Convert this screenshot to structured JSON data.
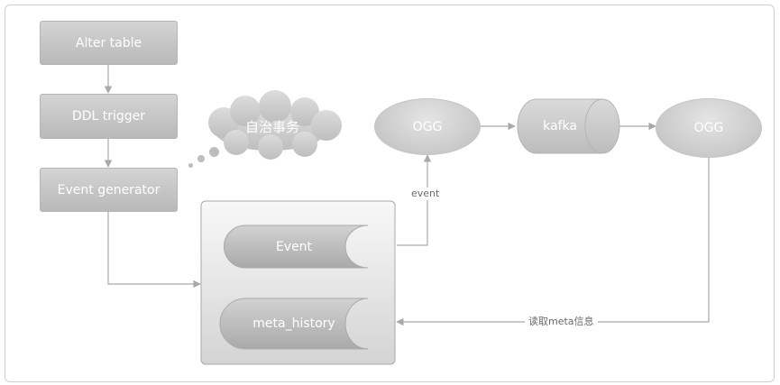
{
  "nodes": {
    "alter_table": "Alter table",
    "ddl_trigger": "DDL trigger",
    "event_generator": "Event generator",
    "cloud": "自治事务",
    "event_table": "Event",
    "meta_history_table": "meta_history",
    "ogg_source": "OGG",
    "kafka": "kafka",
    "ogg_target": "OGG"
  },
  "edges": {
    "event": "event",
    "read_meta": "读取meta信息"
  }
}
